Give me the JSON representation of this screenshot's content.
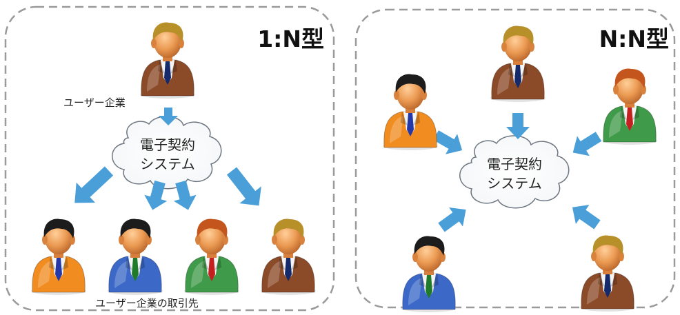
{
  "left_panel": {
    "title": "1:N型",
    "top_label": "ユーザー企業",
    "bottom_label": "ユーザー企業の取引先",
    "cloud": {
      "line1": "電子契約",
      "line2": "システム"
    }
  },
  "right_panel": {
    "title": "N:N型",
    "cloud": {
      "line1": "電子契約",
      "line2": "システム"
    }
  },
  "colors": {
    "border": "#9a9a9a",
    "arrow": "#4a9fd8",
    "suit_brown": "#8b4a28",
    "suit_orange": "#f08c20",
    "suit_blue": "#3c68c8",
    "suit_green": "#3f9a4a",
    "tie_blue": "#2438a8",
    "tie_green": "#1f7a2a",
    "tie_red": "#c42020",
    "tie_navy": "#142a6a",
    "hair_blonde": "#b8902a",
    "hair_black": "#1c1c1c",
    "hair_red": "#c4551c",
    "skin": "#e8904a"
  }
}
